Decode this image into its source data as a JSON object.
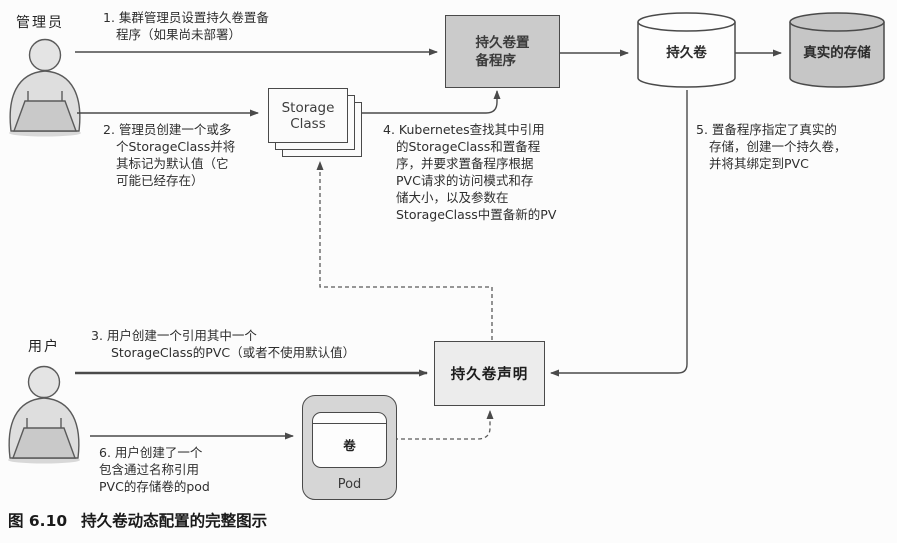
{
  "caption": {
    "number": "图 6.10",
    "title": "持久卷动态配置的完整图示"
  },
  "actors": {
    "admin": {
      "label": "管理员"
    },
    "user": {
      "label": "用户"
    }
  },
  "nodes": {
    "provisioner": {
      "lines": [
        "持久卷置",
        "备程序"
      ]
    },
    "pv": {
      "label": "持久卷"
    },
    "real_storage": {
      "label": "真实的存储"
    },
    "storage_class": {
      "lines": [
        "Storage",
        "Class"
      ]
    },
    "pvc": {
      "label": "持久卷声明"
    },
    "pod": {
      "label": "Pod",
      "volume_label": "卷"
    }
  },
  "steps": {
    "s1": {
      "lines": [
        "1. 集群管理员设置持久卷置备",
        "程序（如果尚未部署）"
      ]
    },
    "s2": {
      "lines": [
        "2. 管理员创建一个或多",
        "个StorageClass并将",
        "其标记为默认值（它",
        "可能已经存在）"
      ]
    },
    "s3": {
      "lines": [
        "3. 用户创建一个引用其中一个",
        "StorageClass的PVC（或者不使用默认值）"
      ]
    },
    "s4": {
      "lines": [
        "4. Kubernetes查找其中引用",
        "的StorageClass和置备程",
        "序，并要求置备程序根据",
        "PVC请求的访问模式和存",
        "储大小，以及参数在",
        "StorageClass中置备新的PV"
      ]
    },
    "s5": {
      "lines": [
        "5. 置备程序指定了真实的",
        "存储，创建一个持久卷，",
        "并将其绑定到PVC"
      ]
    },
    "s6": {
      "lines": [
        "6.  用户创建了一个",
        "包含通过名称引用",
        "PVC的存储卷的pod"
      ]
    }
  },
  "colors": {
    "background": "#fcfcfc",
    "gray_box_fill": "#cbcbcb",
    "gray_cylinder_fill": "#c6c6c6",
    "pod_fill": "#d6d6d6",
    "pvc_fill": "#ececec",
    "line": "#4a4a4a",
    "dashed_line": "#5a5a5a"
  }
}
